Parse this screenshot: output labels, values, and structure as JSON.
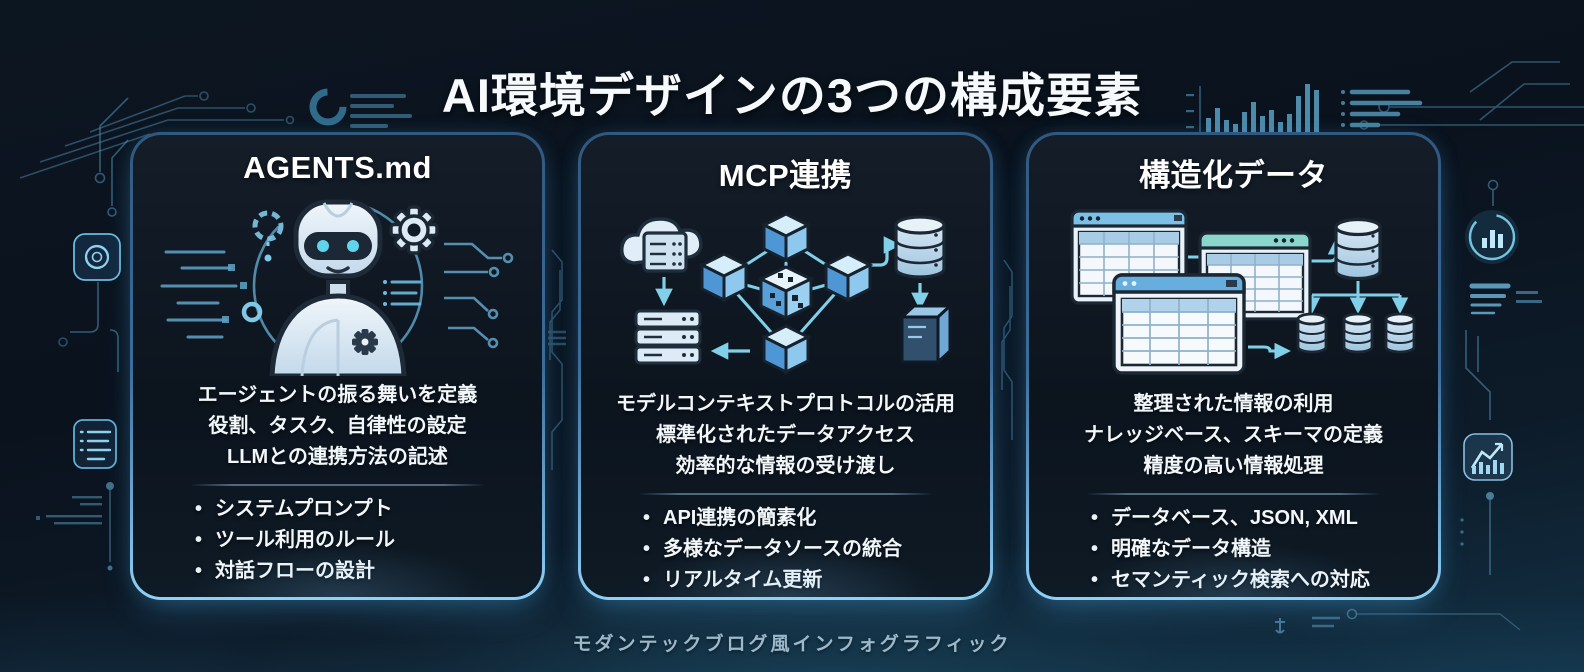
{
  "title": "AI環境デザインの3つの構成要素",
  "footer": "モダンテックブログ風インフォグラフィック",
  "cards": [
    {
      "title": "AGENTS.md",
      "icon": "robot-agent-icon",
      "description": [
        "エージェントの振る舞いを定義",
        "役割、タスク、自律性の設定",
        "LLMとの連携方法の記述"
      ],
      "bullets": [
        "システムプロンプト",
        "ツール利用のルール",
        "対話フローの設計"
      ]
    },
    {
      "title": "MCP連携",
      "icon": "network-cubes-icon",
      "description": [
        "モデルコンテキストプロトコルの活用",
        "標準化されたデータアクセス",
        "効率的な情報の受け渡し"
      ],
      "bullets": [
        "API連携の簡素化",
        "多様なデータソースの統合",
        "リアルタイム更新"
      ]
    },
    {
      "title": "構造化データ",
      "icon": "tables-database-icon",
      "description": [
        "整理された情報の利用",
        "ナレッジベース、スキーマの定義",
        "精度の高い情報処理"
      ],
      "bullets": [
        "データベース、JSON, XML",
        "明確なデータ構造",
        "セマンティック検索への対応"
      ]
    }
  ],
  "decorations": {
    "left_icons": [
      "ai-logo-icon",
      "document-list-icon"
    ],
    "right_icons": [
      "donut-bars-icon",
      "trend-chart-icon"
    ],
    "top_icons": [
      "donut-chart-icon",
      "mini-bar-chart-icon"
    ],
    "motifs": [
      "circuit-lines",
      "node-dots"
    ]
  },
  "colors": {
    "background_dark": "#0a121d",
    "background_teal_glow": "#123044",
    "accent_cyan": "#7fd0e8",
    "card_border_top": "#30597f",
    "card_border_bottom": "#8ed2f6",
    "card_background": "#0c141e",
    "text_white": "#f2f7fb",
    "footer_text": "#9cb9cc"
  }
}
